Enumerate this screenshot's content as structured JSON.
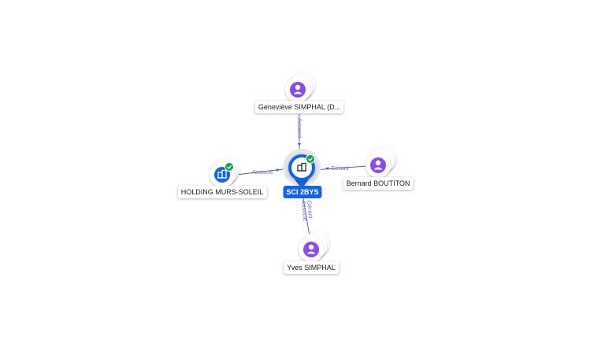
{
  "colors": {
    "edge": "#4f6a8a",
    "edge_label": "#6a6fc0",
    "person_icon": "#8a4de6",
    "company_icon": "#1565e0",
    "verified_badge": "#1e9e57",
    "center_label_bg": "#1565e0"
  },
  "nodes": [
    {
      "id": "center",
      "kind": "company",
      "label": "SCI 2BYS",
      "verified": true,
      "icon": "building-icon"
    },
    {
      "id": "genevieve",
      "kind": "person",
      "label": "Geneviève SIMPHAL (D...",
      "icon": "person-icon"
    },
    {
      "id": "holding",
      "kind": "company",
      "label": "HOLDING MURS-SOLEIL",
      "verified": true,
      "icon": "building-icon"
    },
    {
      "id": "bernard",
      "kind": "person",
      "label": "Bernard BOUTITON",
      "icon": "person-icon"
    },
    {
      "id": "yves",
      "kind": "person",
      "label": "Yves SIMPHAL",
      "icon": "person-icon"
    }
  ],
  "edges": [
    {
      "from": "genevieve",
      "to": "center",
      "labels": [
        "Associé"
      ]
    },
    {
      "from": "holding",
      "to": "center",
      "labels": [
        "Associé"
      ]
    },
    {
      "from": "bernard",
      "to": "center",
      "labels": [
        "Gérant"
      ]
    },
    {
      "from": "yves",
      "to": "center",
      "labels": [
        "Gérant",
        "Associé"
      ]
    }
  ]
}
